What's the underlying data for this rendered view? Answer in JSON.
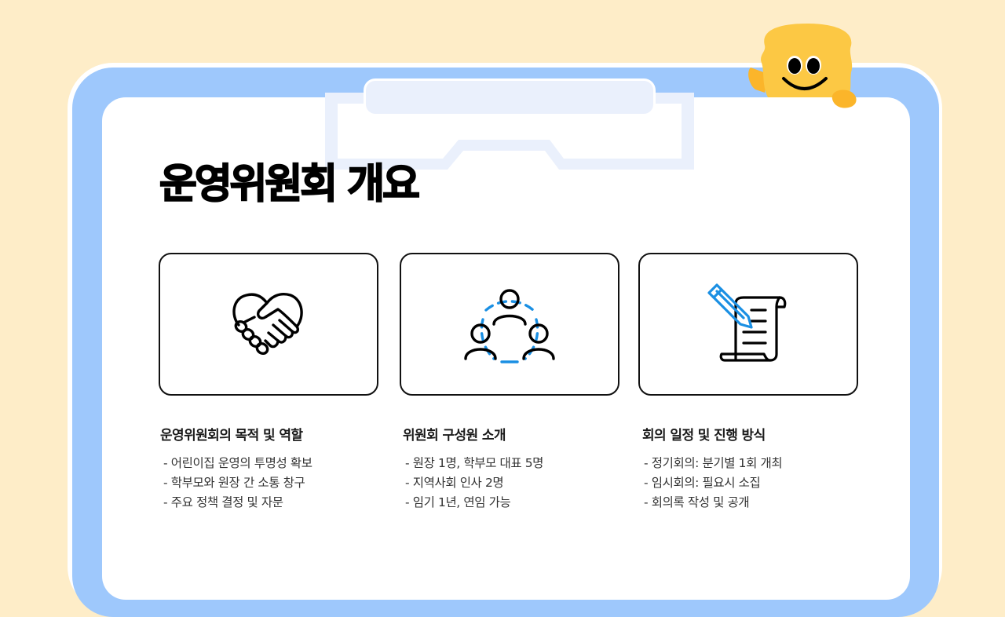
{
  "page": {
    "title": "운영위원회 개요",
    "colors": {
      "background": "#FEEDC8",
      "board": "#9EC8FC",
      "paper": "#FFFFFF",
      "clip": "#EAF0FC",
      "mascot": "#FCC844",
      "icon_accent": "#1A8FE3",
      "text": "#1A1A1A"
    }
  },
  "mascot": {
    "icon": "smiley-blob-mascot"
  },
  "cards": [
    {
      "icon": "heart-handshake-icon",
      "heading": "운영위원회의 목적 및 역할",
      "bullets": [
        "어린이집 운영의 투명성 확보",
        "학부모와 원장 간 소통 창구",
        "주요 정책 결정 및 자문"
      ]
    },
    {
      "icon": "team-members-icon",
      "heading": "위원회 구성원 소개",
      "bullets": [
        "원장 1명, 학부모 대표 5명",
        "지역사회 인사 2명",
        "임기 1년, 연임 가능"
      ]
    },
    {
      "icon": "document-pencil-icon",
      "heading": "회의 일정 및 진행 방식",
      "bullets": [
        "정기회의: 분기별 1회 개최",
        "임시회의: 필요시 소집",
        "회의록 작성 및 공개"
      ]
    }
  ]
}
